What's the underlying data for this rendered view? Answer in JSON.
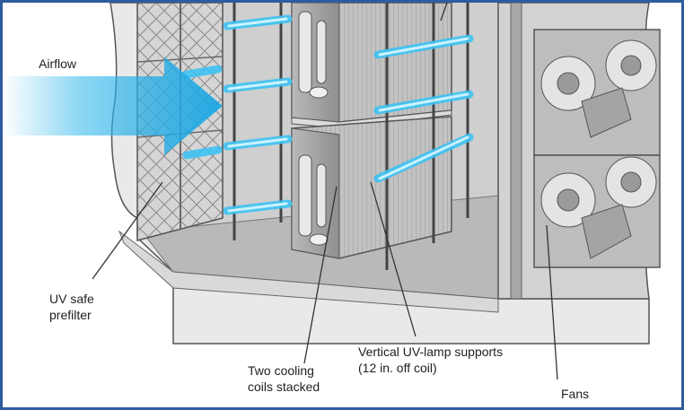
{
  "labels": {
    "airflow": "Airflow",
    "prefilter": [
      "UV safe",
      "prefilter"
    ],
    "coils": [
      "Two cooling",
      "coils stacked"
    ],
    "uv_supports": [
      "Vertical UV-lamp supports",
      "(12 in. off coil)"
    ],
    "fans": "Fans"
  },
  "colors": {
    "frame_border": "#2f5c9e",
    "uv_glow": "#3fc3f2",
    "airflow_arrow": "#2fb6ea",
    "housing_gray": "#c9c9c9",
    "panel_gray": "#9c9c9c"
  },
  "icons": [
    "airflow-arrow-icon",
    "uv-lamp-icon",
    "fan-icon",
    "cooling-coil-icon",
    "prefilter-icon"
  ]
}
